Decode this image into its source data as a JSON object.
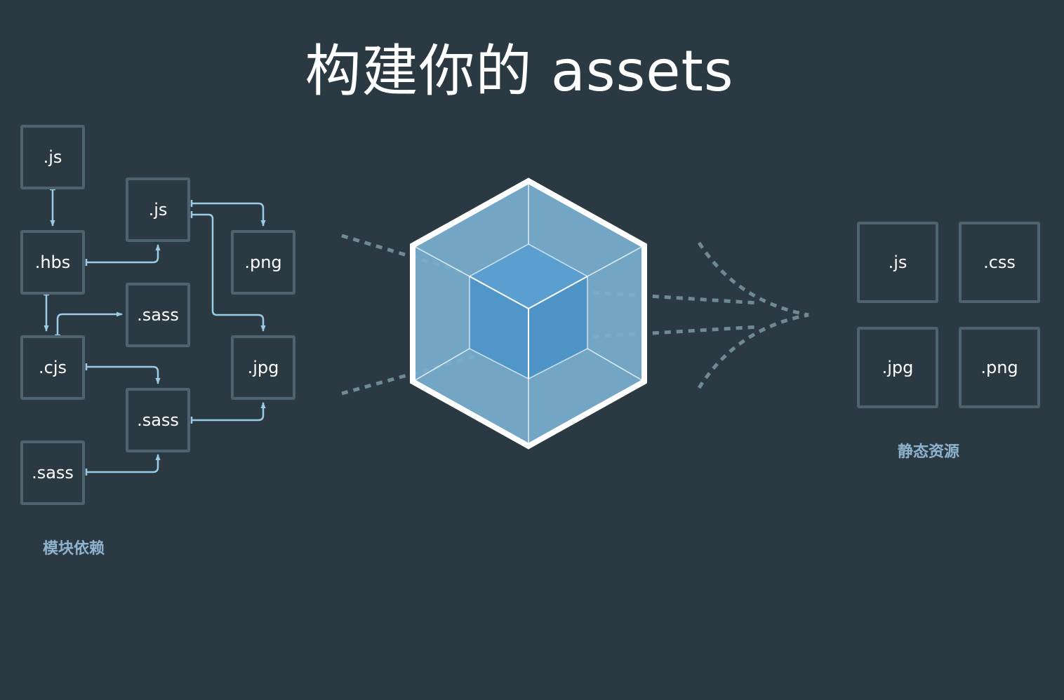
{
  "title": "构建你的 assets",
  "modules": {
    "caption": "模块依赖",
    "boxes": [
      ".js",
      ".hbs",
      ".cjs",
      ".sass",
      ".js",
      ".sass",
      ".sass",
      ".png",
      ".jpg"
    ]
  },
  "assets": {
    "caption": "静态资源",
    "boxes": [
      ".js",
      ".css",
      ".jpg",
      ".png"
    ]
  },
  "colors": {
    "background": "#2b3a42",
    "box_border": "#4d6370",
    "arrow": "#9ccbe6",
    "caption": "#8fb3cf",
    "cube_outer": "#7aafcf",
    "cube_inner": "#5196c8",
    "dashes": "#6f8a96"
  },
  "icons": [
    "webpack-cube-icon"
  ]
}
